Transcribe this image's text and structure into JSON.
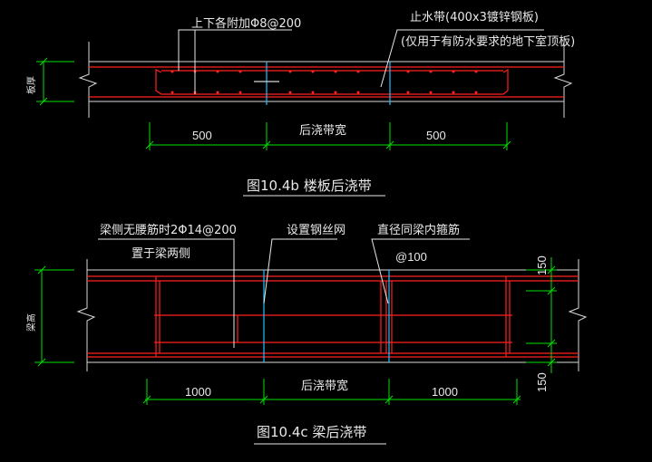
{
  "colors": {
    "background": "#000000",
    "concrete": "#d8d8d8",
    "rebar": "#ff2020",
    "dimension": "#00e000",
    "joint": "#20c0ff"
  },
  "fig_b": {
    "leader_left": "上下各附加Φ8@200",
    "leader_right_1": "止水带(400x3镀锌钢板)",
    "leader_right_2": "(仅用于有防水要求的地下室顶板)",
    "thickness_label": "板厚",
    "dim_left": "500",
    "dim_center": "后浇带宽",
    "dim_right": "500",
    "caption": "图10.4b  楼板后浇带"
  },
  "fig_c": {
    "leader_left_1": "梁侧无腰筋时2Φ14@200",
    "leader_left_2": "置于梁两侧",
    "leader_mid": "设置钢丝网",
    "leader_right_1": "直径同梁内箍筋",
    "leader_right_2": "@100",
    "height_label": "梁高",
    "dim_right_top": "150",
    "dim_right_bottom": "150",
    "dim_left": "1000",
    "dim_center": "后浇带宽",
    "dim_right": "1000",
    "caption": "图10.4c   梁后浇带"
  }
}
